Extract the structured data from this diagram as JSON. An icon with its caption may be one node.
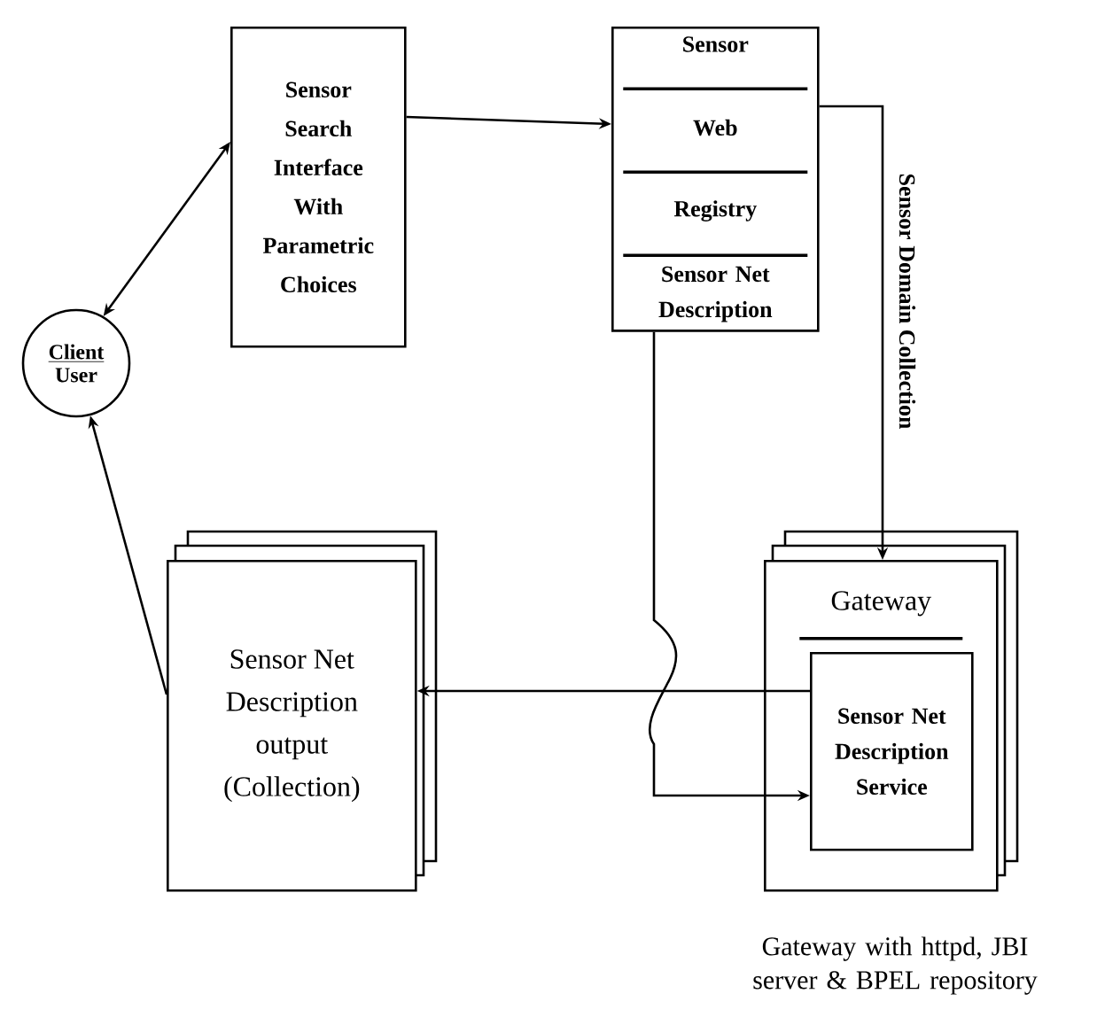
{
  "diagram": {
    "nodes": [
      {
        "text": [
          "Client",
          "User"
        ]
      },
      {
        "text": [
          "Sensor Search Interface With Parametric Choices"
        ]
      },
      {
        "text": [
          "Sensor",
          "Web",
          "Registry",
          "Sensor Net Description"
        ]
      },
      {
        "text": [
          "Sensor Net Description output (Collection)"
        ]
      },
      {
        "text": [
          "Gateway"
        ],
        "beside": [
          "Gateway with httpd, JBI server & BPEL repository"
        ]
      },
      {
        "text": [
          "Sensor Net Description Service"
        ],
        "in": 4
      }
    ],
    "edges": [
      {
        "from": 0,
        "to": 1,
        "arrow": "both"
      },
      {
        "from": 1,
        "to": 2,
        "arrow": "to"
      },
      {
        "from": 2,
        "to": 4,
        "arrow": "to",
        "label": "Sensor Domain Collection"
      },
      {
        "from": 5,
        "to": 3,
        "arrow": "to"
      },
      {
        "from": 2,
        "to": 5,
        "arrow": "to"
      },
      {
        "from": 3,
        "to": 0,
        "arrow": "to"
      }
    ]
  }
}
